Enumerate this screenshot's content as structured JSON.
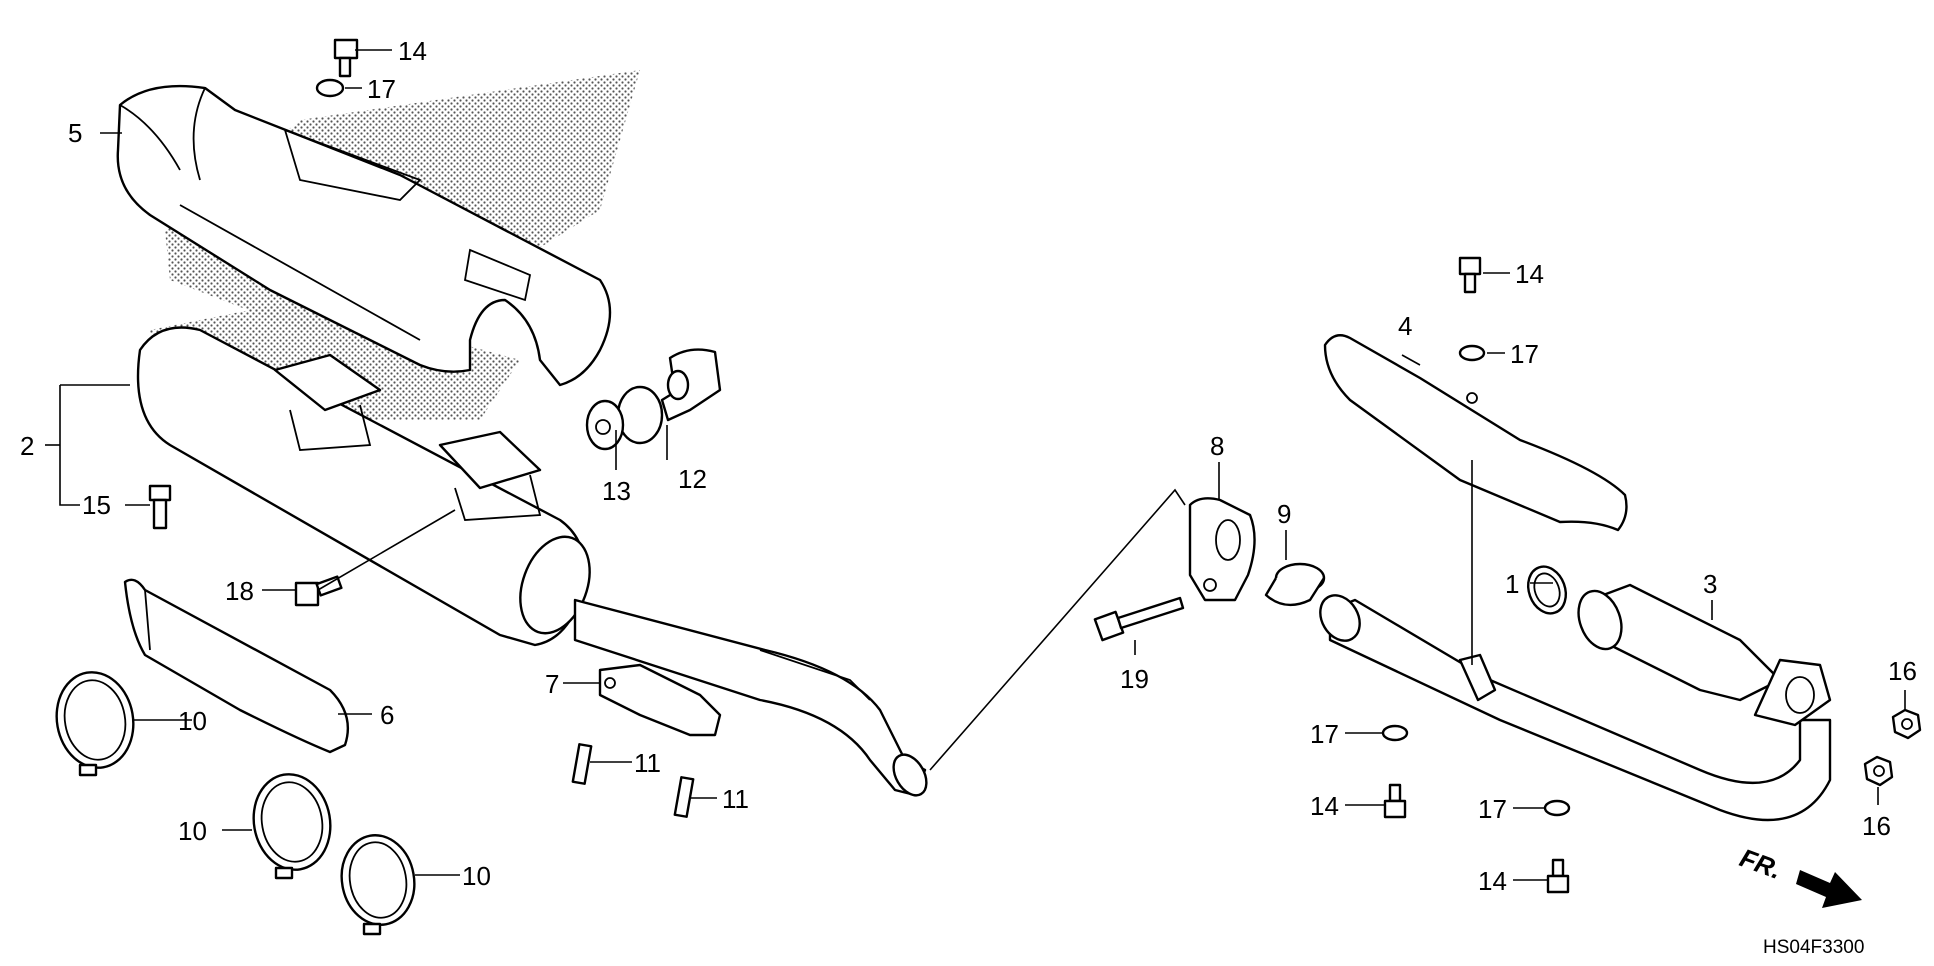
{
  "callouts": {
    "c1": "1",
    "c2": "2",
    "c3": "3",
    "c4": "4",
    "c5": "5",
    "c6": "6",
    "c7": "7",
    "c8": "8",
    "c9": "9",
    "c10a": "10",
    "c10b": "10",
    "c10c": "10",
    "c11a": "11",
    "c11b": "11",
    "c12": "12",
    "c13": "13",
    "c14a": "14",
    "c14b": "14",
    "c14c": "14",
    "c14d": "14",
    "c15": "15",
    "c16a": "16",
    "c16b": "16",
    "c17a": "17",
    "c17b": "17",
    "c17c": "17",
    "c17d": "17",
    "c18": "18",
    "c19": "19"
  },
  "direction_label": "FR.",
  "diagram_code": "HS04F3300"
}
